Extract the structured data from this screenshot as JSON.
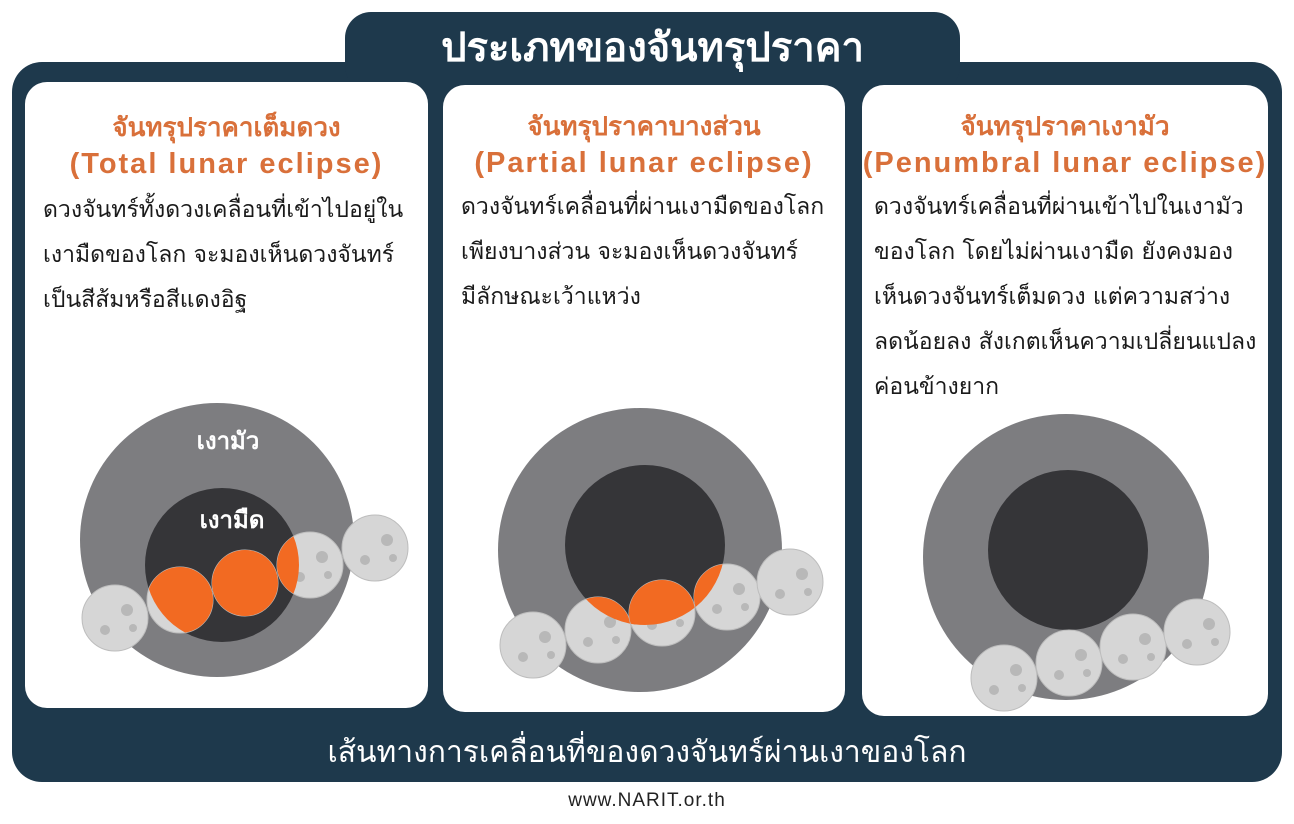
{
  "title": "ประเภทของจันทรุปราคา",
  "cards": [
    {
      "title_th": "จันทรุปราคาเต็มดวง",
      "title_en": "(Total lunar eclipse)",
      "body": [
        "ดวงจันทร์ทั้งดวงเคลื่อนที่เข้าไปอยู่ใน",
        "เงามืดของโลก จะมองเห็นดวงจันทร์",
        "เป็นสีส้มหรือสีแดงอิฐ"
      ],
      "labels": {
        "penumbra": "เงามัว",
        "umbra": "เงามืด"
      }
    },
    {
      "title_th": "จันทรุปราคาบางส่วน",
      "title_en": "(Partial lunar eclipse)",
      "body": [
        "ดวงจันทร์เคลื่อนที่ผ่านเงามืดของโลก",
        "เพียงบางส่วน จะมองเห็นดวงจันทร์",
        "มีลักษณะเว้าแหว่ง"
      ]
    },
    {
      "title_th": "จันทรุปราคาเงามัว",
      "title_en": "(Penumbral lunar eclipse)",
      "body": [
        "ดวงจันทร์เคลื่อนที่ผ่านเข้าไปในเงามัว",
        "ของโลก โดยไม่ผ่านเงามืด ยังคงมอง",
        "เห็นดวงจันทร์เต็มดวง แต่ความสว่าง",
        "ลดน้อยลง สังเกตเห็นความเปลี่ยนแปลง",
        "ค่อนข้างยาก"
      ]
    }
  ],
  "footer": "เส้นทางการเคลื่อนที่ของดวงจันทร์ผ่านเงาของโลก",
  "url": "www.NARIT.or.th",
  "colors": {
    "background": "#1e394c",
    "accent": "#d9703a",
    "penumbra": "#7d7d80",
    "umbra": "#353538",
    "moon": "#d6d6d6",
    "eclipsed_moon": "#f26a22"
  }
}
